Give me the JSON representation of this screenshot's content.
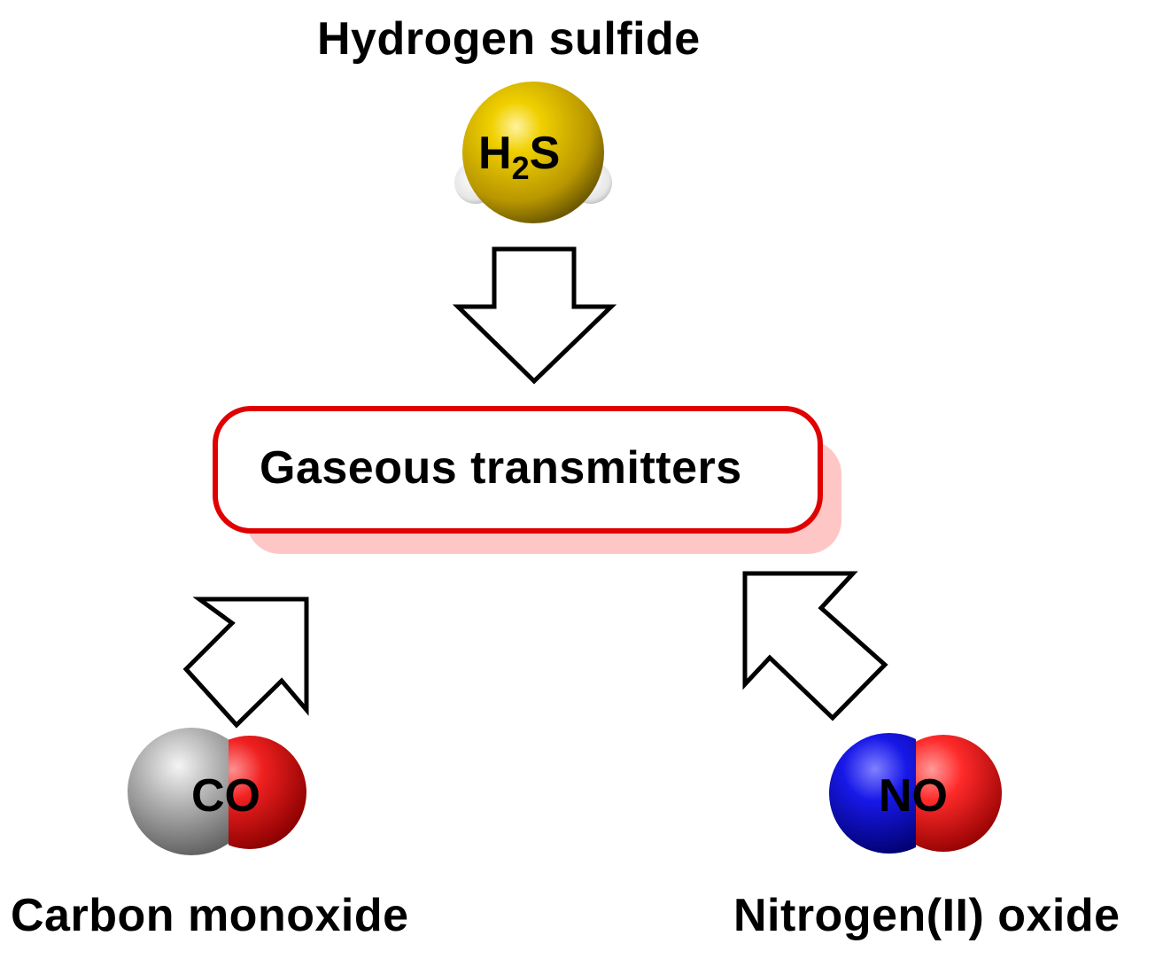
{
  "title": "Gaseous transmitters",
  "molecules": {
    "h2s": {
      "name": "Hydrogen sulfide",
      "formula_main": "H",
      "formula_sub": "2",
      "formula_end": "S"
    },
    "co": {
      "name": "Carbon monoxide",
      "formula": "CO"
    },
    "no": {
      "name": "Nitrogen(II) oxide",
      "formula": "NO"
    }
  },
  "colors": {
    "sulfur": "#c8a800",
    "hydrogen": "#e8e8e8",
    "carbon": "#9a9a9a",
    "oxygen": "#e01818",
    "nitrogen": "#1010d0",
    "box_border": "#e00000",
    "box_shadow": "#ffc0c0"
  }
}
